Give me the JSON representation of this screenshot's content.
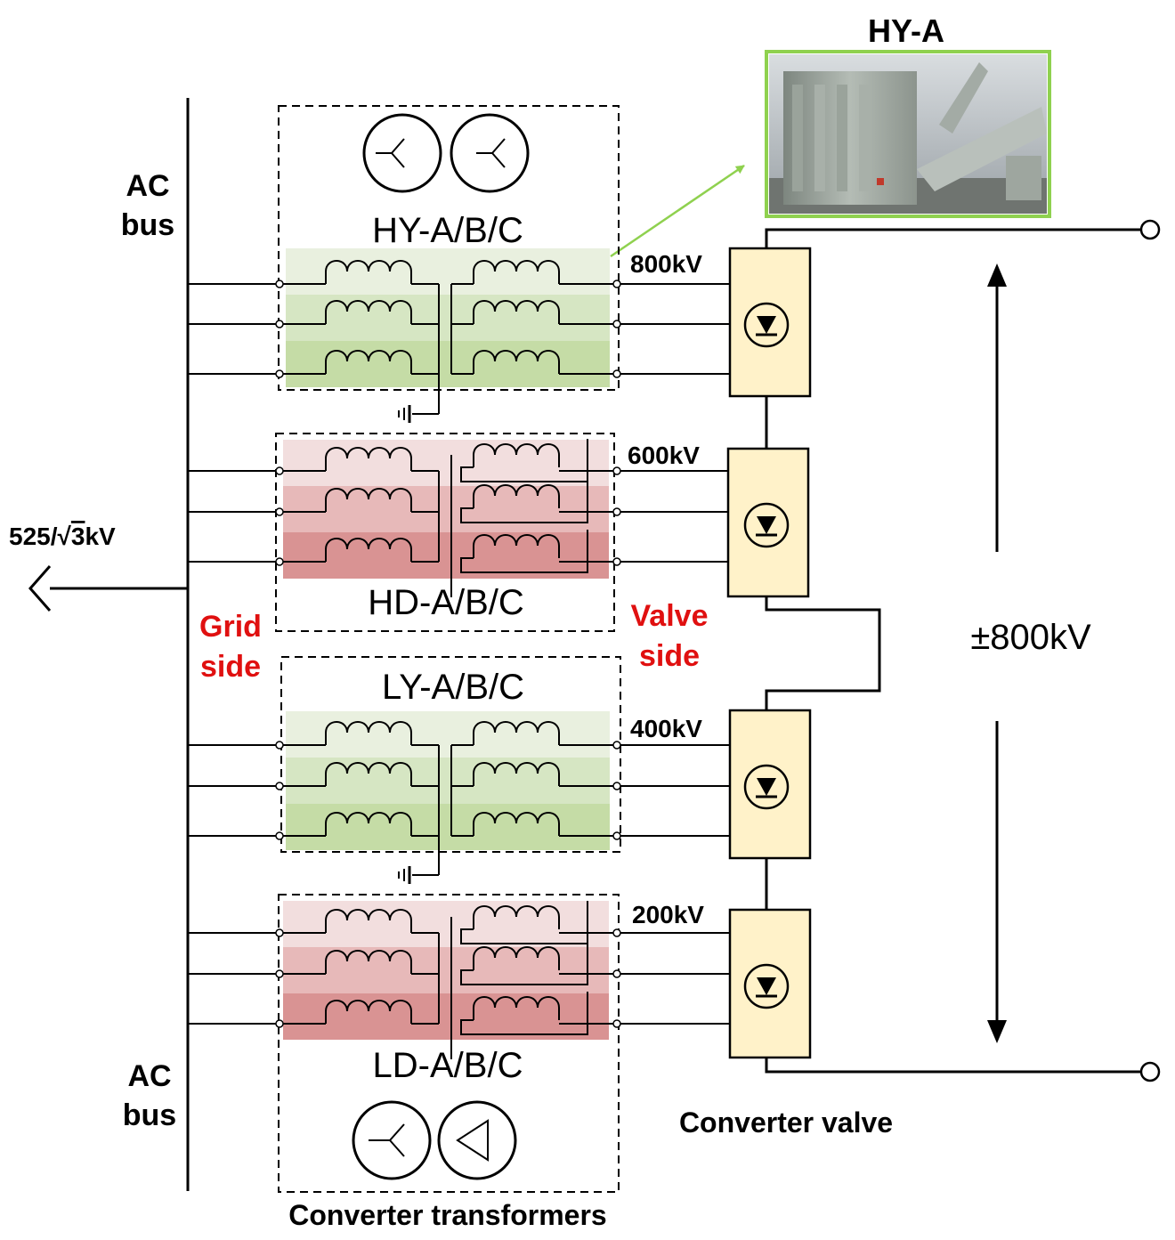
{
  "photo_title": "HY-A",
  "ac_bus_top": {
    "line1": "AC",
    "line2": "bus"
  },
  "ac_bus_bottom": {
    "line1": "AC",
    "line2": "bus"
  },
  "source_label": {
    "prefix": "525/",
    "root": "3",
    "suffix": "kV"
  },
  "grid_side": {
    "line1": "Grid",
    "line2": "side"
  },
  "valve_side": {
    "line1": "Valve",
    "line2": "side"
  },
  "transformers": [
    {
      "name": "HY-A/B/C",
      "voltage": "800kV"
    },
    {
      "name": "HD-A/B/C",
      "voltage": "600kV"
    },
    {
      "name": "LY-A/B/C",
      "voltage": "400kV"
    },
    {
      "name": "LD-A/B/C",
      "voltage": "200kV"
    }
  ],
  "dc_voltage": "±800kV",
  "converter_valve_label": "Converter valve",
  "converter_transformers_label": "Converter transformers",
  "colors": {
    "green_band": [
      "#e9f0df",
      "#d6e6c3",
      "#c5dca6"
    ],
    "red_band": [
      "#f2dede",
      "#e7b9b9",
      "#d99393"
    ],
    "valve_fill": "#fff2c9",
    "label_red": "#e01010",
    "arrow_green": "#8fd14f"
  }
}
